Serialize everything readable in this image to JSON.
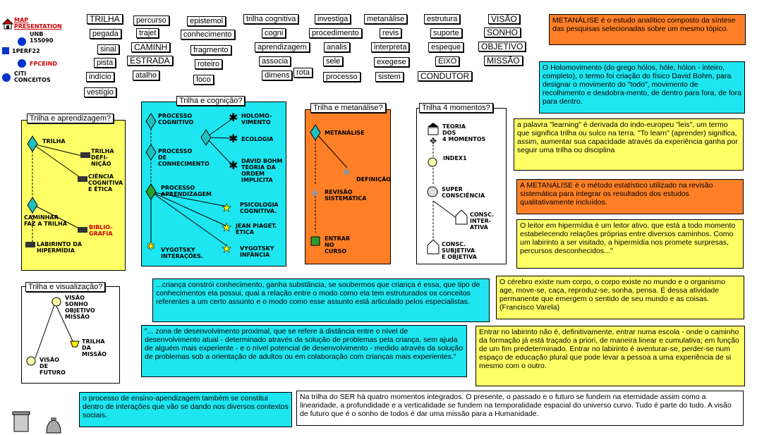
{
  "legend": {
    "map_label": "MAP\nPRESENTATION",
    "items": [
      {
        "label": "UNB\n155090"
      },
      {
        "label": "1PERF22"
      },
      {
        "label": "FPCEIND"
      },
      {
        "label": "CITI\nCONCEITOS"
      }
    ]
  },
  "tags": [
    "TRILHA",
    "percurso",
    "epistemol",
    "trilha cognitiva",
    "investiga",
    "metanálise",
    "estrutura",
    "VISÃO",
    "pegada",
    "trajet",
    "conhecimento",
    "cogni",
    "procedimento",
    "revis",
    "suporte",
    "SONHO",
    "sinal",
    "CAMINH",
    "fragmento",
    "aprendizagem",
    "analis",
    "interpreta",
    "espeque",
    "OBJETIVO",
    "pista",
    "ESTRADA",
    "roteiro",
    "associa",
    "sele",
    "exegese",
    "EIXO",
    "MISSÃO",
    "indício",
    "atalho",
    "foco",
    "dimens",
    "rota",
    "processo",
    "sistem",
    "CONDUTOR",
    "vestígio"
  ],
  "panels": {
    "aprendizagem": {
      "title": "Trilha e aprendizagem?",
      "nodes": [
        "TRILHA",
        "TRILHA\nDEFI-\nNIÇÃO",
        "CIÊNCIA\nCOGNITIVA\nE ÉTICA",
        "CAMINHAR\nFAZ A TRILHA",
        "BIBLIO-\nGRAFIA",
        "LABIRINTO DA\nHIPERMÍDIA"
      ]
    },
    "cognicao": {
      "title": "Trilha e cognição?",
      "nodes": [
        "PROCESSO\nCOGNITIVO",
        "HOLOMO-\nVIMENTO",
        "ECOLOGIA",
        "PROCESSO\nDE\nCONHECIMENTO",
        "DAVID BOHM\nTEORIA DA\nORDEM\nIMPLÍCITA",
        "PROCESSO\nAPRENDIZAGEM",
        "PSICOLOGIA\nCOGNITIVA.",
        "JEAN PIAGET.\nÉTICA",
        "VYGOTSKY\nINTERAÇÕES.",
        "VYGOTSKY\nINFÂNCIA"
      ]
    },
    "metanalise": {
      "title": "Trilha e metanálise?",
      "nodes": [
        "METANÁLISE",
        "DEFINIÇÃO",
        "REVISÃO\nSISTEMÁTICA",
        "ENTRAR\nNO\nCURSO"
      ]
    },
    "momentos": {
      "title": "Trilha 4 momentos?",
      "nodes": [
        "TEORIA\nDOS\n4 MOMENTOS",
        "INDEX1",
        "SUPER\nCONSCIÊNCIA",
        "CONSC.\nINTER-\nATIVA",
        "CONSC.\nSUBJETIVA\nE OBJETIVA"
      ]
    },
    "visualizacao": {
      "title": "Trilha e visualização?",
      "nodes": [
        "VISÃO\nSONHO\nOBJETIVO\nMISSÃO",
        "TRILHA\nDA\nMISSÃO",
        "VISÃO\nDE\nFUTURO"
      ]
    }
  },
  "notes": {
    "metanalise_def": "METANÁLISE é o estudo analítico composto da síntese das pesquisas selecionadas sobre um mesmo tópico.",
    "holomovimento": "O Holomovimento (do grego hólos, hóle, hólon - inteiro, completo), o termo foi criação do físico David Bohm, para designar o movimento do \"todo\", movimento de recolhimento e desdobra-mento, de dentro para fora, de fora para dentro.",
    "learning": "a palavra \"learning\" é derivada do indo-europeu \"leis\", um termo que significa trilha ou sulco na terra. \"To learn\" (aprender) significa, assim, aumentar sua capacidade através da experiência ganha por seguir uma trilha ou disciplina",
    "metanalise_metodo": "A METANÁLISE é o método estatístico utilizado na revisão sistemática para integrar os resultados dos estudos qualitativamente incluídos.",
    "leitor": "O leitor em hipermídia é um leitor ativo, que está a todo momento estabelecendo relações próprias entre diversos caminhos. Como um labirinto a ser visitado, a hipermídia nos promete surpresas, percursos desconhecidos...\"",
    "crianca": "...criança constrói conhecimento, ganha substância, se soubermos que criança é essa, que tipo de conhecimentos ela possui, qual a relação entre o modo como ela tem estruturados os conceitos referentes a um certo assunto e o modo como esse assunto está articulado pelos especialistas.",
    "cerebro": "O cérebro existe num corpo, o corpo existe no mundo e o organismo age, move-se, caça, reproduz-se, sonha, pensa. É dessa atividade permanente que emergem o sentido de seu mundo e as coisas.  (Francisco Varela)",
    "zona": "\"... zona de desenvolvimento proximal, que se refere à distância entre o nível de desenvolvimento atual - determinado através da solução de problemas pela criança, sem ajuda de alguém mais experiente - e o nível potencial de desenvolvimento - medido através da solução de problemas sob a orientação de adultos ou em colaboração com crianças mais experientes.\"",
    "labirinto": "Entrar no labirinto não é, definitivamente, entrar numa escola - onde o caminho da formação já está traçado a priori, de maneira linear e cumulativa; em função de um fim predeterminado. Entrar no labirinto é aventurar-se, perder-se num espaço de educação plural que pode levar a pessoa a uma experiência de si mesmo com o outro.",
    "ensino": "o processo de ensino-apendizagem também se constitui dentro de interações que vão se dando nos diversos contextos sociais.",
    "ser": "Na trilha do SER há quatro momentos integrados. O presente, o passado e o futuro se fundem na eternidade assim como a linearidade, a profundidade e a verticalidade se fundem na temporalidade espacial do universo curvo. Tudo é parte do tudo. A visão de futuro que é o sonho de todos é dar uma missão para a Humanidade."
  },
  "colors": {
    "cyan": "#1ee6f0",
    "yellow": "#ffff66",
    "orange": "#ff7f27",
    "red": "#cc0000"
  }
}
